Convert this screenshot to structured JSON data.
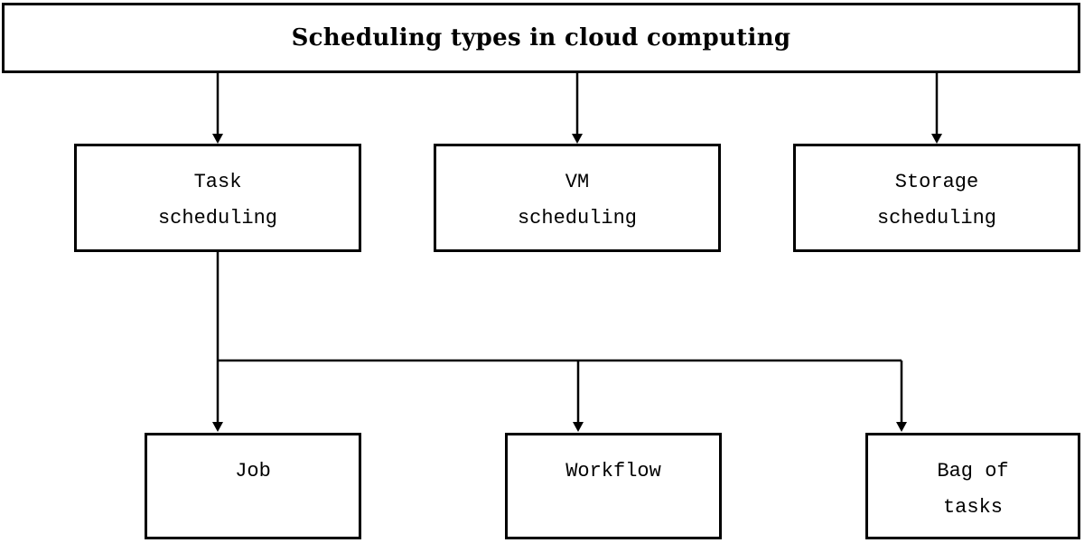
{
  "title": {
    "text": "Scheduling types in cloud computing"
  },
  "nodes": {
    "task": {
      "line1": "Task",
      "line2": "scheduling"
    },
    "vm": {
      "line1": "VM",
      "line2": "scheduling"
    },
    "storage": {
      "line1": "Storage",
      "line2": "scheduling"
    },
    "job": {
      "line1": "Job",
      "line2": ""
    },
    "workflow": {
      "line1": "Workflow",
      "line2": ""
    },
    "bag_of_tasks": {
      "line1": "Bag of",
      "line2": "tasks"
    }
  },
  "edges": [
    {
      "from": "title",
      "to": "task-scheduling",
      "arrow": true
    },
    {
      "from": "title",
      "to": "vm-scheduling",
      "arrow": true
    },
    {
      "from": "title",
      "to": "storage-scheduling",
      "arrow": true
    },
    {
      "from": "task-scheduling",
      "to": "job",
      "arrow": true
    },
    {
      "from": "task-scheduling",
      "to": "workflow",
      "arrow": true
    },
    {
      "from": "task-scheduling",
      "to": "bag-of-tasks",
      "arrow": true
    }
  ],
  "colors": {
    "background": "#ffffff",
    "line": "#000000",
    "text": "#000000"
  }
}
